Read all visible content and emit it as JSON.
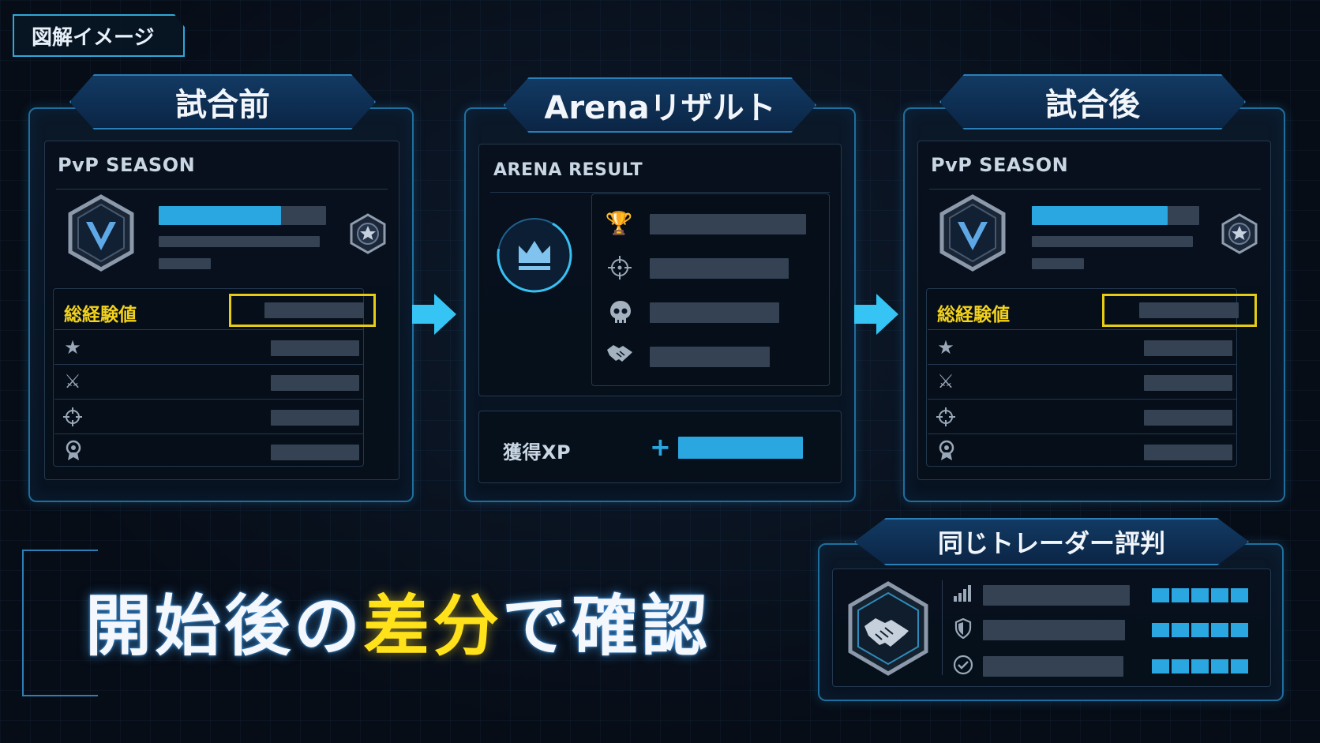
{
  "tag": {
    "label": "図解イメージ"
  },
  "before": {
    "banner": "試合前",
    "season_title": "PvP SEASON",
    "progress": 0.73,
    "xp_label": "総経験値"
  },
  "arena": {
    "banner": "Arenaリザルト",
    "result_title": "ARENA RESULT",
    "xp_label": "獲得XP",
    "xp_plus": "+"
  },
  "after": {
    "banner": "試合後",
    "season_title": "PvP SEASON",
    "progress": 0.81,
    "xp_label": "総経験値"
  },
  "reputation": {
    "banner": "同じトレーダー評判",
    "rows": [
      {
        "icon": "signal-icon",
        "segments": 5
      },
      {
        "icon": "shield-icon",
        "segments": 5
      },
      {
        "icon": "check-circle-icon",
        "segments": 5
      }
    ]
  },
  "headline": {
    "part1": "開始後の",
    "part2": "差分",
    "part3": "で確認"
  },
  "colors": {
    "accent": "#2aa6e0",
    "highlight": "#ffe21a",
    "panel_border": "#1f6f9e"
  }
}
